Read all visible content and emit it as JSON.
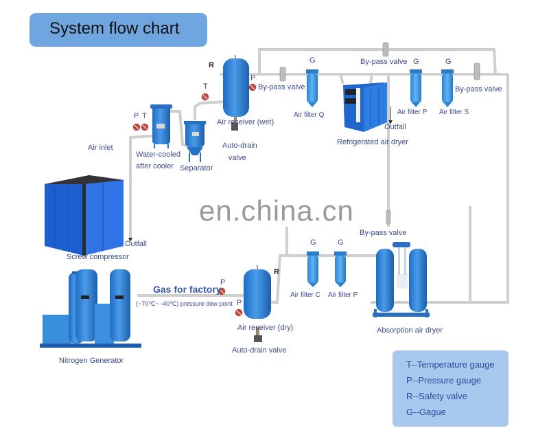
{
  "title": "System flow chart",
  "watermark": "en.china.cn",
  "components": {
    "screw_compressor": "Screw compressor",
    "air_inlet": "Air inlet",
    "outfall_1": "Outfall",
    "water_cooled_after_cooler_line1": "Water-cooled",
    "water_cooled_after_cooler_line2": "after cooler",
    "separator": "Separator",
    "air_receiver_wet": "Air  receiver (wet)",
    "auto_drain_valve_top_line1": "Auto-drain",
    "auto_drain_valve_top_line2": "valve",
    "bypass_valve_1": "By-pass valve",
    "bypass_valve_2": "By-pass valve",
    "bypass_valve_3": "By-pass valve",
    "bypass_valve_4": "By-pass valve",
    "air_filter_q": "Air filter Q",
    "refrigerated_air_dryer": "Refrigerated air dryer",
    "outfall_2": "Outfall",
    "air_filter_p_top": "Air filter P",
    "air_filter_s": "Air filter S",
    "air_filter_c": "Air filter C",
    "air_filter_p_bottom": "Air filter P",
    "absorption_air_dryer": "Absorption air dryer",
    "air_receiver_dry": "Air receiver (dry)",
    "auto_drain_valve_bottom": "Auto-drain valve",
    "nitrogen_generator": "Nitrogen Generator",
    "gas_for_factory": "Gas for factory",
    "dew_point": "(~70℃~ -40℃) pressure dew point"
  },
  "gauges": {
    "P": "P",
    "T": "T",
    "R": "R",
    "G": "G"
  },
  "legend": [
    "T--Temperature gauge",
    "P--Pressure gauge",
    "R--Safety valve",
    "G--Gague"
  ],
  "colors": {
    "title_bg": "#6fa6e0",
    "legend_bg": "#a9c8ee",
    "equipment_blue": "#2e7fd6",
    "pipe": "#c8c8c8",
    "gauge_red": "#c0392b",
    "label_text": "#3b4a8c"
  }
}
